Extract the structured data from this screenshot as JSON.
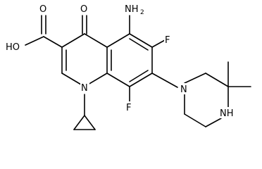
{
  "molecule": {
    "atom_labels": {
      "carboxyl_oh": "HO",
      "carboxyl_o": "O",
      "ketone_o": "O",
      "amino_n": "NH",
      "amino_sub": "2",
      "fluorine_6": "F",
      "fluorine_8": "F",
      "quinoline_n": "N",
      "piperazine_n1": "N",
      "piperazine_nh": "NH"
    }
  }
}
